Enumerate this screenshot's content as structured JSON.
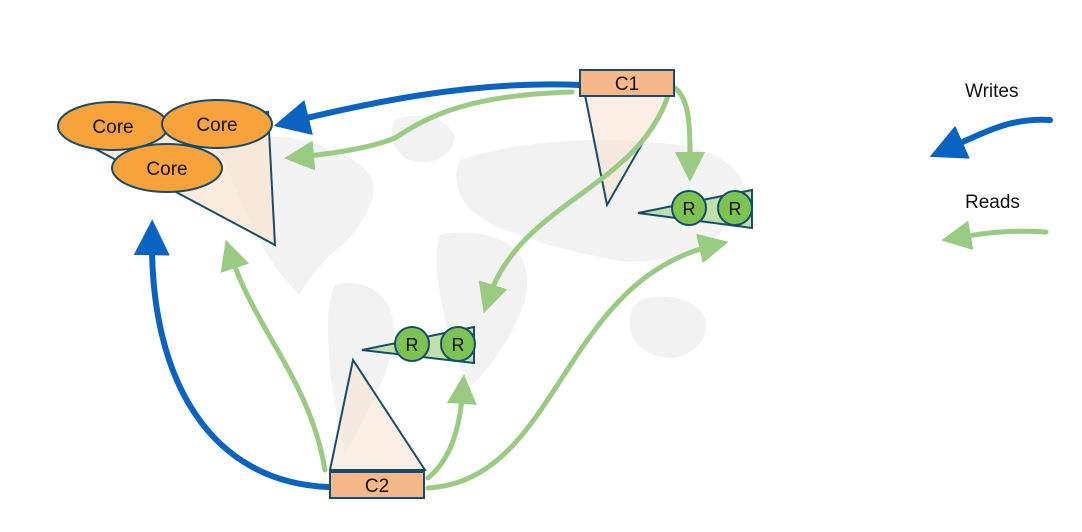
{
  "colors": {
    "writes": "#0b63c1",
    "reads": "#9acb82",
    "core_fill": "#f7a23a",
    "replica_fill": "#7cc352",
    "client_fill": "#f6b78a",
    "cone_fill": "#f8e2cf",
    "outline": "#174c6b",
    "map": "#e9e9e9"
  },
  "cores": {
    "labels": [
      "Core",
      "Core",
      "Core"
    ]
  },
  "replica_groups": [
    {
      "labels": [
        "R",
        "R"
      ]
    },
    {
      "labels": [
        "R",
        "R"
      ]
    }
  ],
  "clients": [
    {
      "label": "C1"
    },
    {
      "label": "C2"
    }
  ],
  "legend": {
    "writes_label": "Writes",
    "reads_label": "Reads"
  }
}
